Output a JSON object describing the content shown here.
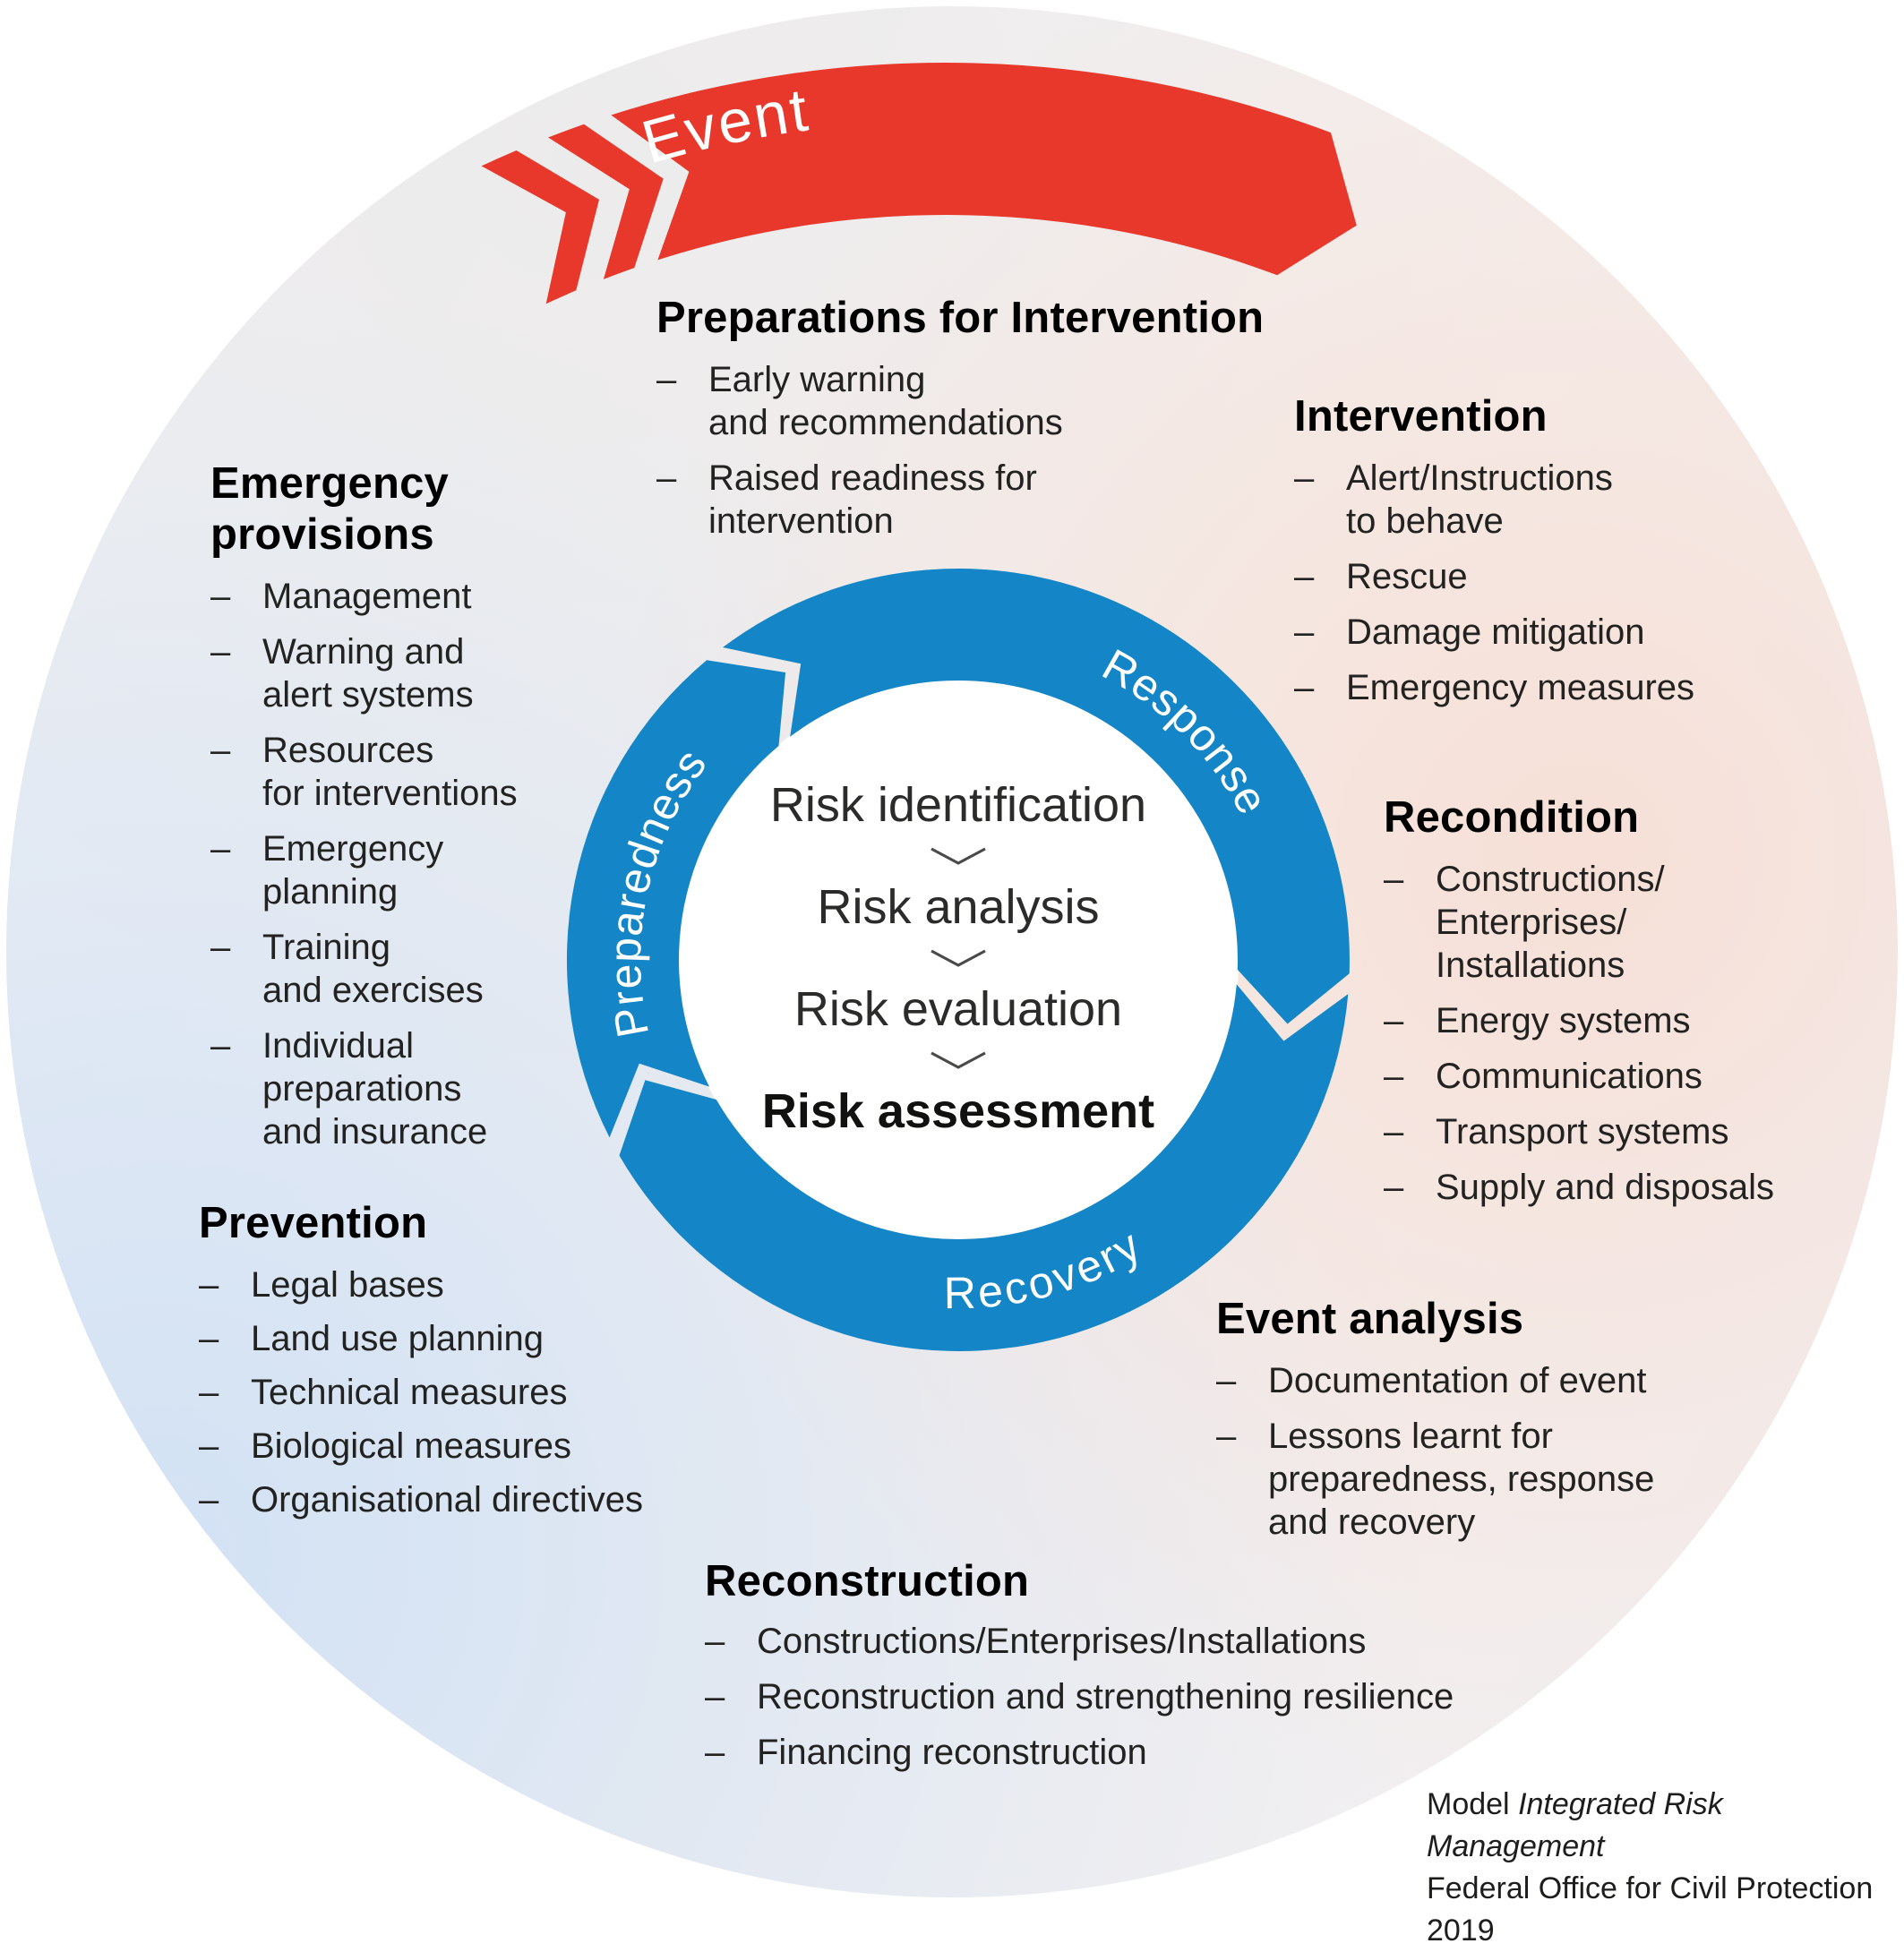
{
  "colors": {
    "red": "#e8382c",
    "blue": "#1486c7",
    "text": "#1d1d1b"
  },
  "banner": {
    "label": "Event"
  },
  "ring": {
    "response": "Response",
    "recovery": "Recovery",
    "preparedness": "Preparedness"
  },
  "center": {
    "step1": "Risk identification",
    "step2": "Risk analysis",
    "step3": "Risk evaluation",
    "final": "Risk assessment"
  },
  "blocks": {
    "prep_intervention": {
      "title": "Preparations for Intervention",
      "items": [
        "Early warning\nand recommendations",
        "Raised readiness for\nintervention"
      ]
    },
    "intervention": {
      "title": "Intervention",
      "items": [
        "Alert/Instructions\nto behave",
        "Rescue",
        "Damage mitigation",
        "Emergency measures"
      ]
    },
    "recondition": {
      "title": "Recondition",
      "items": [
        "Constructions/\nEnterprises/\nInstallations",
        "Energy systems",
        "Communications",
        "Transport systems",
        "Supply and disposals"
      ]
    },
    "event_analysis": {
      "title": "Event analysis",
      "items": [
        "Documentation of event",
        "Lessons learnt for\npreparedness, response\nand recovery"
      ]
    },
    "reconstruction": {
      "title": "Reconstruction",
      "items": [
        "Constructions/Enterprises/Installations",
        "Reconstruction and strengthening resilience",
        "Financing reconstruction"
      ]
    },
    "prevention": {
      "title": "Prevention",
      "items": [
        "Legal bases",
        "Land use planning",
        "Technical measures",
        "Biological measures",
        "Organisational directives"
      ]
    },
    "emergency_provisions": {
      "title": "Emergency\nprovisions",
      "items": [
        "Management",
        "Warning and\nalert systems",
        "Resources\nfor interventions",
        "Emergency\nplanning",
        "Training\nand exercises",
        "Individual\npreparations\nand insurance"
      ]
    }
  },
  "footer": {
    "model_label": "Model",
    "model_title": "Integrated Risk Management",
    "org": "Federal Office for Civil Protection",
    "year": "2019"
  }
}
